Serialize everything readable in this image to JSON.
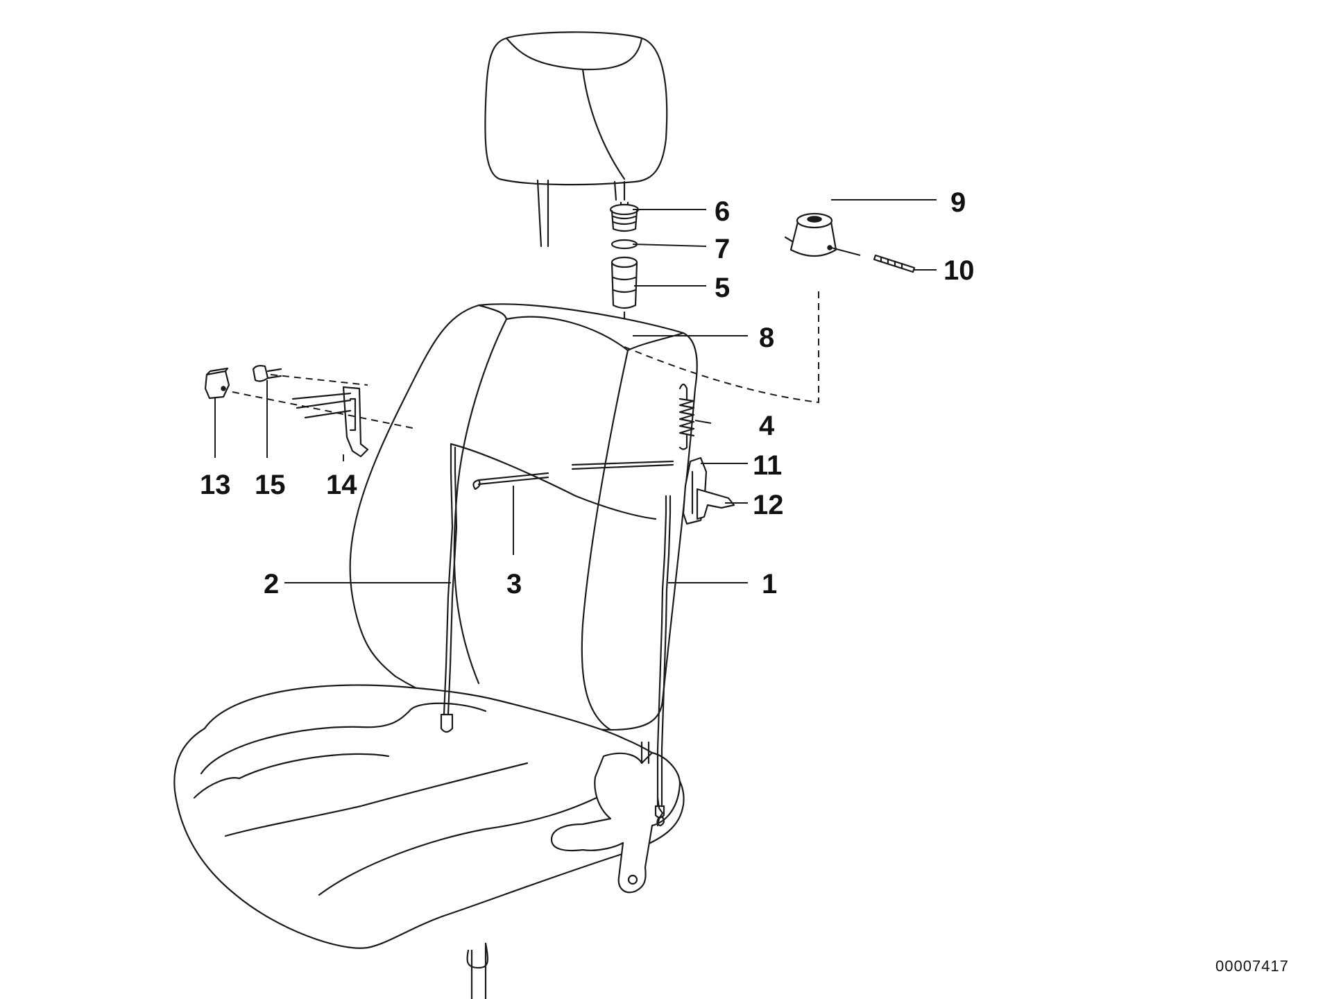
{
  "diagram": {
    "reference_number": "00007417",
    "callouts": [
      "1",
      "2",
      "3",
      "4",
      "5",
      "6",
      "7",
      "8",
      "9",
      "10",
      "11",
      "12",
      "13",
      "14",
      "15"
    ]
  }
}
